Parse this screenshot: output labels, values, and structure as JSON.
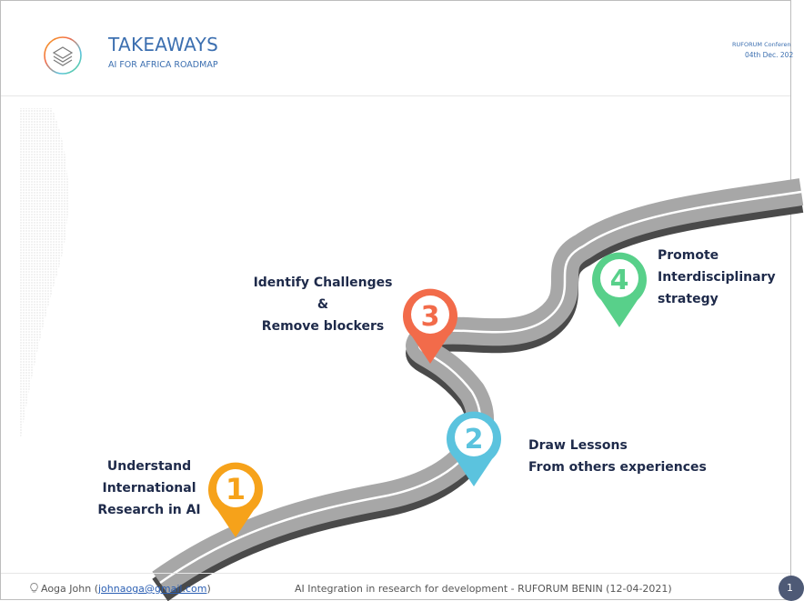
{
  "header": {
    "title": "TAKEAWAYS",
    "subtitle": "AI FOR AFRICA ROADMAP",
    "conference": "RUFORUM Conferen",
    "date": "04th Dec. 202"
  },
  "milestones": [
    {
      "number": "1",
      "color": "#f6a21a",
      "lines": [
        "Understand",
        "International",
        "Research in AI"
      ]
    },
    {
      "number": "2",
      "color": "#5bc3de",
      "lines": [
        "Draw Lessons",
        "From others experiences"
      ]
    },
    {
      "number": "3",
      "color": "#f26b4a",
      "lines": [
        "Identify Challenges",
        "&",
        "Remove blockers"
      ]
    },
    {
      "number": "4",
      "color": "#58d08a",
      "lines": [
        "Promote",
        "Interdisciplinary",
        "strategy"
      ]
    }
  ],
  "footer": {
    "author_prefix": "Aoga John (",
    "author_email": "johnaoga@gmail.com",
    "author_suffix": ")",
    "event": "AI Integration in research for development - RUFORUM BENIN (12-04-2021)",
    "page": "1"
  }
}
